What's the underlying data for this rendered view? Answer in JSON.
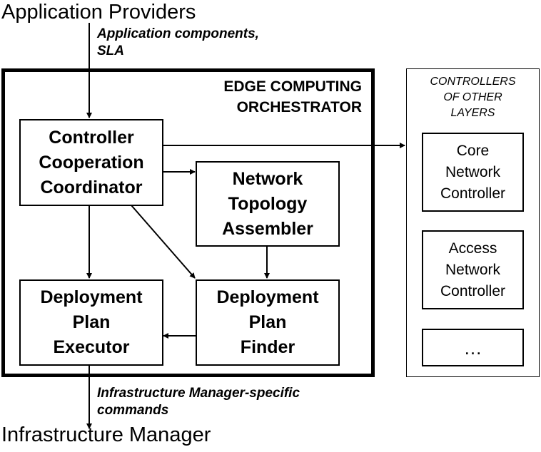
{
  "top_label": "Application Providers",
  "top_annotation": "Application components,\nSLA",
  "bottom_label": "Infrastructure Manager",
  "bottom_annotation": "Infrastructure Manager-specific\ncommands",
  "orchestrator": {
    "title": "EDGE COMPUTING\nORCHESTRATOR",
    "components": {
      "coordinator": "Controller\nCooperation\nCoordinator",
      "assembler": "Network\nTopology\nAssembler",
      "executor": "Deployment\nPlan\nExecutor",
      "finder": "Deployment\nPlan\nFinder"
    }
  },
  "other_layers": {
    "title": "CONTROLLERS\nOF OTHER\nLAYERS",
    "controllers": [
      "Core\nNetwork\nController",
      "Access\nNetwork\nController",
      "…"
    ]
  }
}
